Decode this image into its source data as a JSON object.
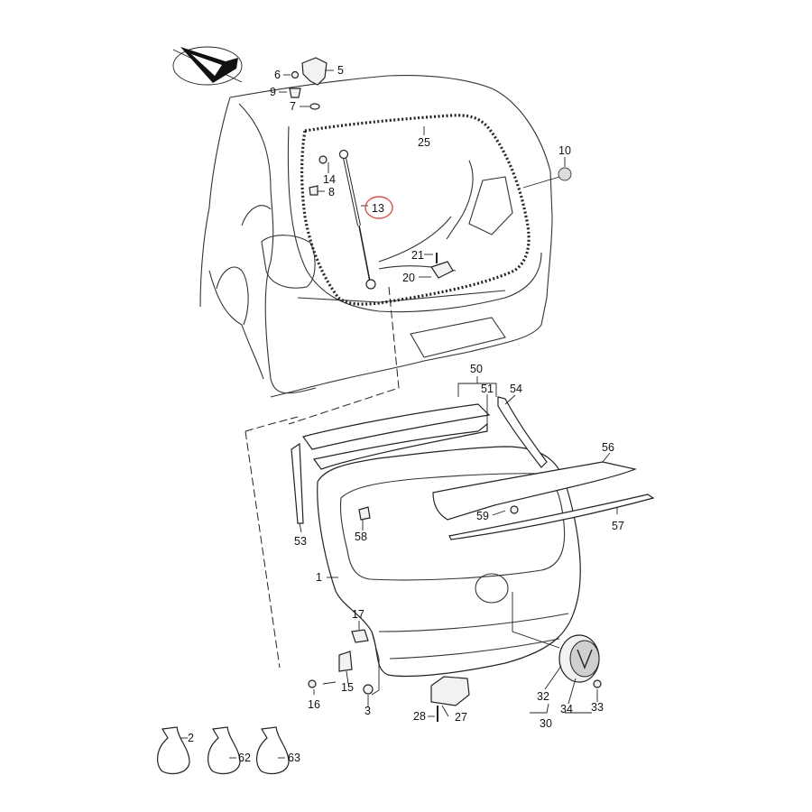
{
  "callouts": {
    "c1": "1",
    "c2": "2",
    "c3": "3",
    "c5": "5",
    "c6": "6",
    "c7": "7",
    "c8": "8",
    "c9": "9",
    "c10": "10",
    "c13": "13",
    "c14": "14",
    "c15": "15",
    "c16": "16",
    "c17": "17",
    "c20": "20",
    "c21": "21",
    "c25": "25",
    "c27": "27",
    "c28": "28",
    "c30": "30",
    "c32": "32",
    "c33": "33",
    "c34": "34",
    "c50": "50",
    "c51": "51",
    "c53": "53",
    "c54": "54",
    "c56": "56",
    "c57": "57",
    "c58": "58",
    "c59": "59",
    "c62": "62",
    "c63": "63"
  },
  "highlighted_callout": "13",
  "colors": {
    "line": "#222222",
    "highlight": "#d9534f"
  },
  "icons": {
    "orientation": "direction-arrow-icon",
    "lubricant": "grease-bag-icon"
  }
}
